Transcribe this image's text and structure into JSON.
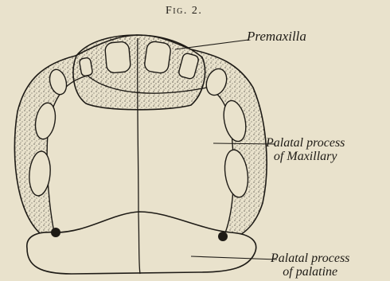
{
  "figure": {
    "title": "Fig. 2.",
    "labels": {
      "premaxilla": "Premaxilla",
      "palatal_maxillary_line1": "Palatal process",
      "palatal_maxillary_line2": "of Maxillary",
      "palatal_palatine_line1": "Palatal process",
      "palatal_palatine_line2": "of palatine"
    }
  },
  "colors": {
    "paper": "#e9e2cc",
    "ink": "#1e1b16"
  }
}
